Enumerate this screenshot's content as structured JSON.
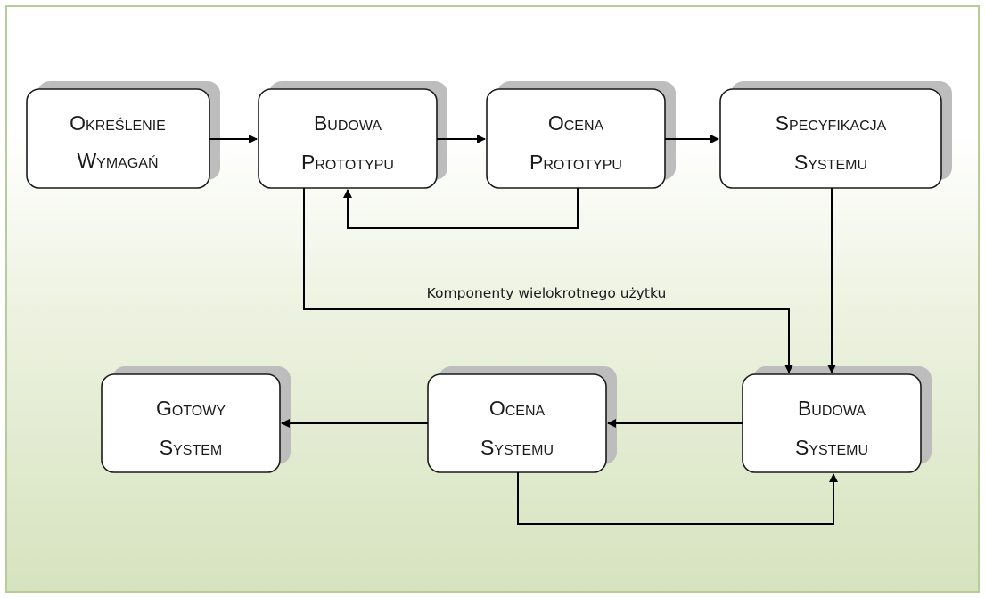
{
  "diagram": {
    "nodes": [
      {
        "id": "req",
        "line1": "Określenie",
        "line2": "Wymagań"
      },
      {
        "id": "pbuild",
        "line1": "Budowa",
        "line2": "Prototypu"
      },
      {
        "id": "peval",
        "line1": "Ocena",
        "line2": "Prototypu"
      },
      {
        "id": "spec",
        "line1": "Specyfikacja",
        "line2": "Systemu"
      },
      {
        "id": "ready",
        "line1": "Gotowy",
        "line2": "System"
      },
      {
        "id": "seval",
        "line1": "Ocena",
        "line2": "Systemu"
      },
      {
        "id": "sbuild",
        "line1": "Budowa",
        "line2": "Systemu"
      }
    ],
    "edges": [
      {
        "from": "req",
        "to": "pbuild"
      },
      {
        "from": "pbuild",
        "to": "peval"
      },
      {
        "from": "peval",
        "to": "spec"
      },
      {
        "from": "peval",
        "to": "pbuild"
      },
      {
        "from": "spec",
        "to": "sbuild"
      },
      {
        "from": "pbuild",
        "to": "sbuild",
        "label": "Komponenty wielokrotnego użytku"
      },
      {
        "from": "sbuild",
        "to": "seval"
      },
      {
        "from": "seval",
        "to": "ready"
      },
      {
        "from": "seval",
        "to": "sbuild"
      }
    ],
    "reuse_label": "Komponenty wielokrotnego użytku"
  }
}
